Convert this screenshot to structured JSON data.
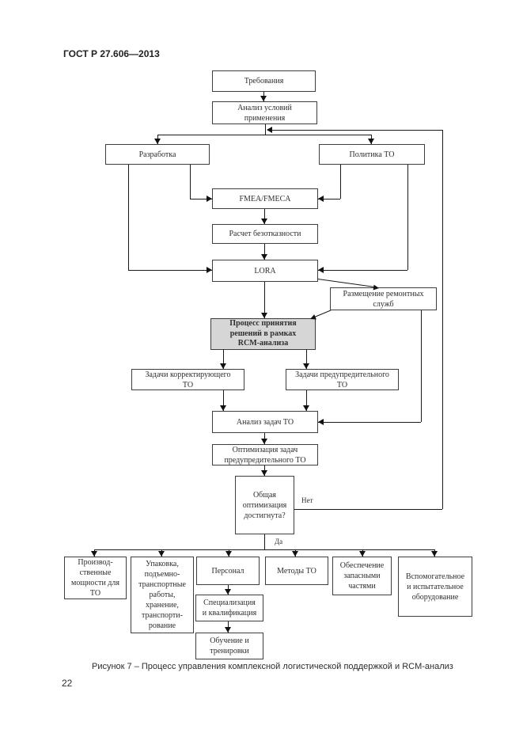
{
  "page": {
    "header": "ГОСТ Р 27.606—2013",
    "caption": "Рисунок 7 – Процесс управления комплексной логистической поддержкой и RCM-анализ",
    "page_number": "22"
  },
  "flowchart": {
    "nodes": {
      "trebovaniya": "Требования",
      "analiz_usloviy": "Анализ условий\nприменения",
      "razrabotka": "Разработка",
      "politika_to": "Политика ТО",
      "fmea": "FMEA/FMECA",
      "raschet": "Расчет безотказности",
      "lora": "LORA",
      "razmeshchenie": "Размещение ремонтных\nслужб",
      "rcm_process": "Процесс принятия\nрешений в рамках\nRCM-анализа",
      "zadachi_korr": "Задачи корректирующего\nТО",
      "zadachi_pred": "Задачи предупредительного\nТО",
      "analiz_zadach": "Анализ задач ТО",
      "optimizatsiya": "Оптимизация задач\nпредупредительного ТО",
      "decision": "Общая\nоптимизация\nдостигнута?",
      "proizvodstvennye": "Производ-\nственные\nмощности для\nТО",
      "upakovka": "Упаковка,\nподъемно-\nтранспортные\nработы,\nхранение,\nтранспорти-\nрование",
      "personal": "Персонал",
      "metody_to": "Методы ТО",
      "obespechenie": "Обеспечение\nзапасными\nчастями",
      "vspomogatelnoe": "Вспомогательное\nи испытательное\nоборудование",
      "spetsializatsiya": "Специализация\nи квалификация",
      "obuchenie": "Обучение и\nтренировки"
    },
    "edge_labels": {
      "no": "Нет",
      "yes": "Да"
    },
    "colors": {
      "box_border": "#3d3d3d",
      "box_fill": "#ffffff",
      "highlight_fill": "#d6d6d6",
      "line": "#1a1a1a",
      "text": "#2e2e2e"
    }
  }
}
